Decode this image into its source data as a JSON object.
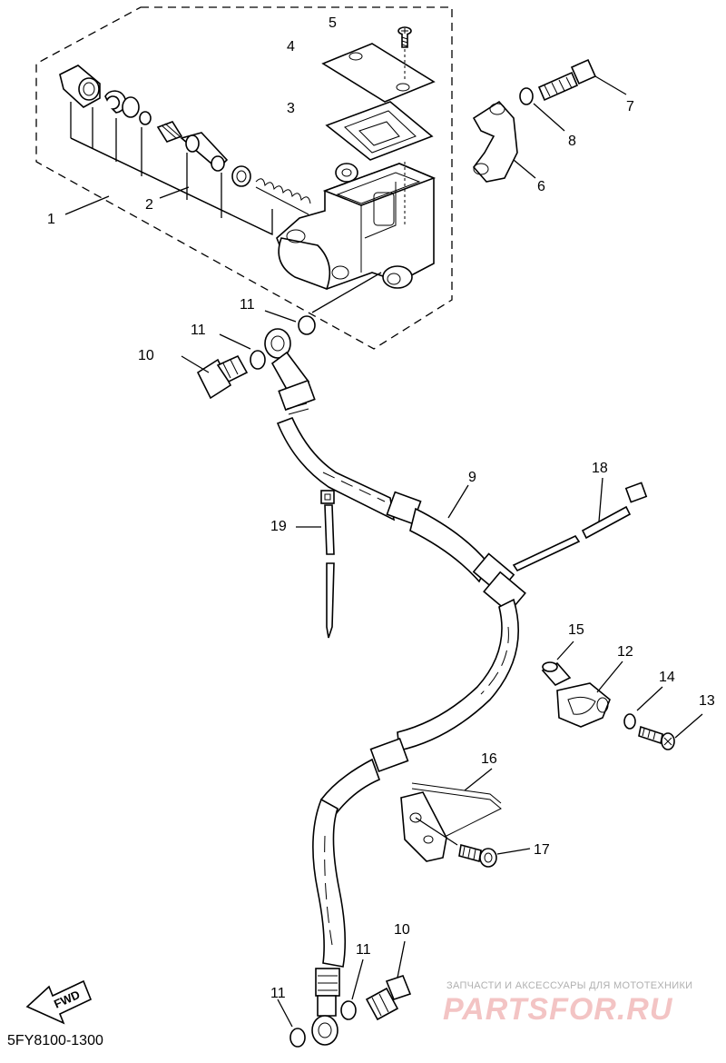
{
  "diagram": {
    "drawing_code": "5FY8100-1300",
    "fwd_label": "FWD",
    "callouts": [
      {
        "id": "c1",
        "text": "1"
      },
      {
        "id": "c2",
        "text": "2"
      },
      {
        "id": "c3",
        "text": "3"
      },
      {
        "id": "c4",
        "text": "4"
      },
      {
        "id": "c5",
        "text": "5"
      },
      {
        "id": "c6",
        "text": "6"
      },
      {
        "id": "c7",
        "text": "7"
      },
      {
        "id": "c8",
        "text": "8"
      },
      {
        "id": "c9",
        "text": "9"
      },
      {
        "id": "c10a",
        "text": "10"
      },
      {
        "id": "c10b",
        "text": "10"
      },
      {
        "id": "c11a",
        "text": "11"
      },
      {
        "id": "c11b",
        "text": "11"
      },
      {
        "id": "c11c",
        "text": "11"
      },
      {
        "id": "c11d",
        "text": "11"
      },
      {
        "id": "c12",
        "text": "12"
      },
      {
        "id": "c13",
        "text": "13"
      },
      {
        "id": "c14",
        "text": "14"
      },
      {
        "id": "c15",
        "text": "15"
      },
      {
        "id": "c16",
        "text": "16"
      },
      {
        "id": "c17",
        "text": "17"
      },
      {
        "id": "c18",
        "text": "18"
      },
      {
        "id": "c19",
        "text": "19"
      }
    ]
  },
  "watermark": {
    "tagline": "ЗАПЧАСТИ И АКСЕССУАРЫ ДЛЯ МОТОТЕХНИКИ",
    "brand": "PARTSFOR.RU",
    "color": "#f3c4c4"
  }
}
